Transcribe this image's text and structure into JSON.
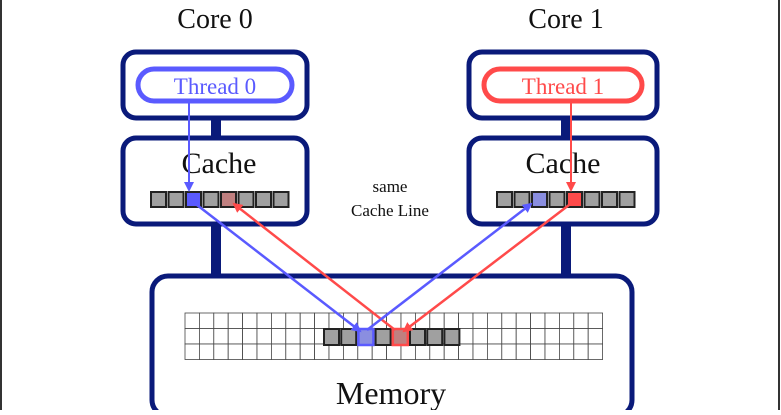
{
  "cores": [
    {
      "label": "Core 0",
      "thread_label": "Thread 0",
      "cache_label": "Cache"
    },
    {
      "label": "Core 1",
      "thread_label": "Thread 1",
      "cache_label": "Cache"
    }
  ],
  "annotation": {
    "line1": "same",
    "line2": "Cache Line"
  },
  "memory": {
    "label": "Memory"
  },
  "colors": {
    "frame": "#0a1a7a",
    "thread0": "#5a5aff",
    "thread1": "#ff4a4a",
    "cell": "#a0a0a0",
    "cell_light_blue": "#8a8ee0",
    "cell_light_red": "#c08080",
    "text": "#111111"
  }
}
